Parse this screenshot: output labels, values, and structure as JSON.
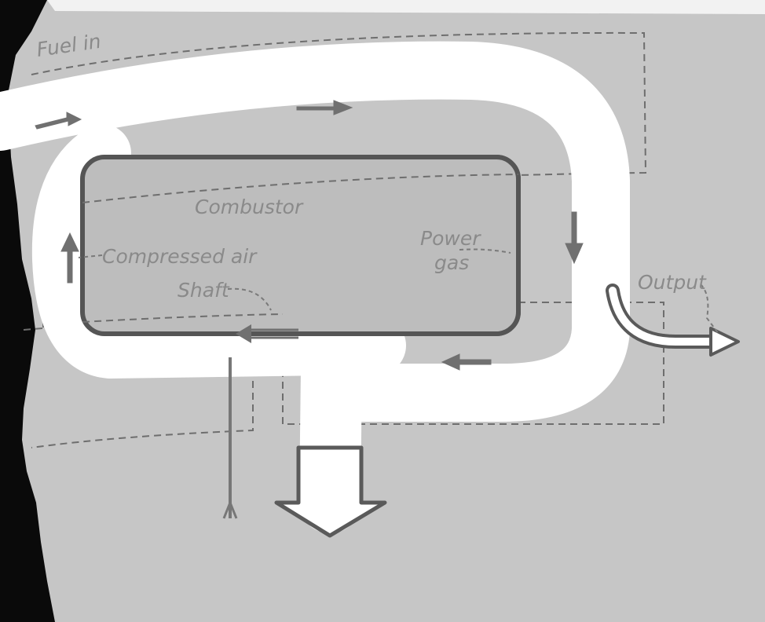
{
  "labels": {
    "fuel_in": "Fuel in",
    "combustor": "Combustor",
    "compressed_air": "Compressed air",
    "power_gas_line1": "Power",
    "power_gas_line2": "gas",
    "shaft": "Shaft",
    "output": "Output"
  },
  "colors": {
    "background": "#c6c6c6",
    "flow": "#ffffff",
    "outline": "#5a5a5a",
    "combustor_fill": "#bdbdbd",
    "text": "#8a8a8a",
    "scan_edge": "#000000"
  }
}
